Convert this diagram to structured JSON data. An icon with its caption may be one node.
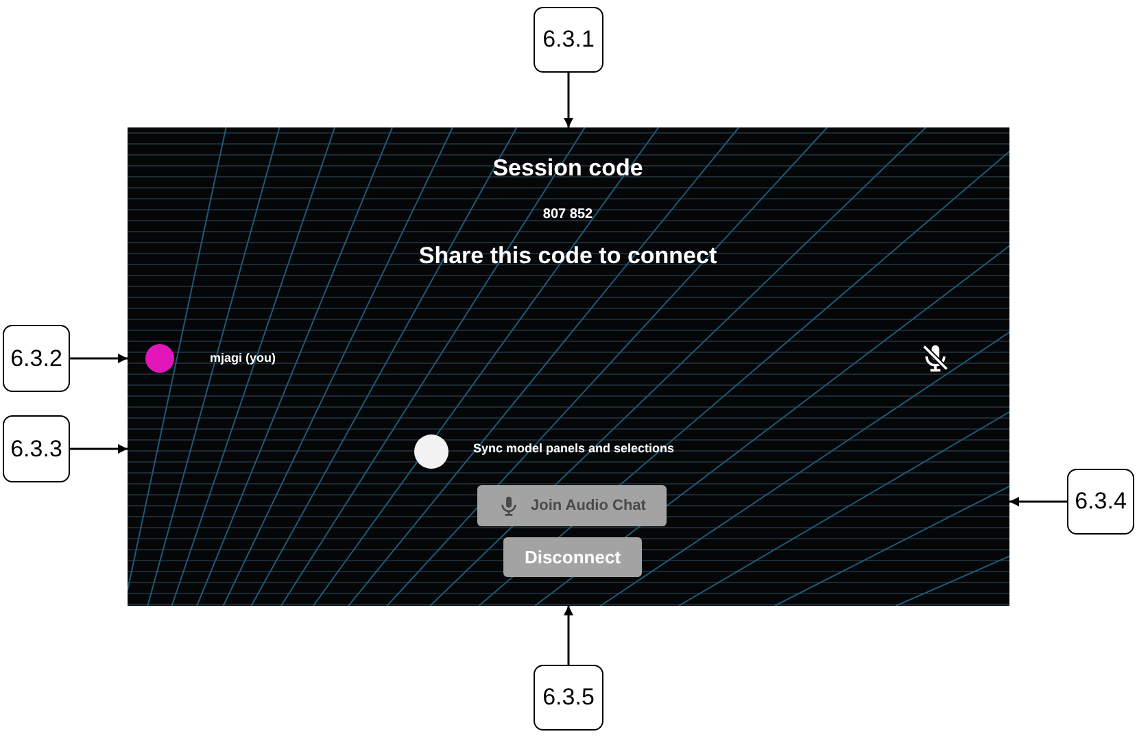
{
  "diagram": {
    "nodes": [
      {
        "text": [
          "6.3.1"
        ]
      },
      {
        "text": [],
        "shape": "picture"
      },
      {
        "text": [
          "Join Audio Chat"
        ],
        "in": 1
      },
      {
        "text": [
          "Disconnect"
        ],
        "in": 1
      },
      {
        "text": [
          "6.3.2"
        ]
      },
      {
        "text": [
          "6.3.3"
        ]
      },
      {
        "text": [
          "6.3.4"
        ]
      },
      {
        "text": [
          "6.3.5"
        ]
      }
    ],
    "edges": [
      {
        "from": 0,
        "to": 1,
        "arrow": "to"
      },
      {
        "from": 4,
        "to": 1,
        "arrow": "to"
      },
      {
        "from": 5,
        "to": 1,
        "arrow": "to"
      },
      {
        "from": 6,
        "to": 1,
        "arrow": "to"
      },
      {
        "from": 7,
        "to": 1,
        "arrow": "to"
      }
    ],
    "labels": [
      "Session code",
      "807 852",
      "Share this code to connect",
      "mjagi **(you)**",
      "Sync model panels and selections"
    ]
  }
}
